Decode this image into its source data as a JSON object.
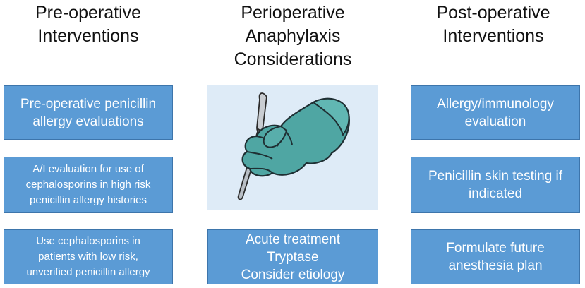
{
  "columns": {
    "pre": {
      "heading": "Pre-operative\nInterventions",
      "boxes": [
        "Pre-operative penicillin\nallergy evaluations",
        "A/I evaluation for use of\ncephalosporins in high risk\npenicillin allergy histories",
        "Use cephalosporins in\npatients with low risk,\nunverified penicillin allergy"
      ]
    },
    "peri": {
      "heading": "Perioperative\nAnaphylaxis\nConsiderations",
      "image_icon": "gloved-hand-scalpel-icon",
      "box": "Acute treatment\nTryptase\nConsider etiology"
    },
    "post": {
      "heading": "Post-operative\nInterventions",
      "boxes": [
        "Allergy/immunology\nevaluation",
        "Penicillin skin testing if\nindicated",
        "Formulate future\nanesthesia plan"
      ]
    }
  },
  "colors": {
    "box_fill": "#5b9bd5",
    "box_border": "#3d75ab",
    "image_background": "#deebf7",
    "glove": "#4fa6a3"
  }
}
